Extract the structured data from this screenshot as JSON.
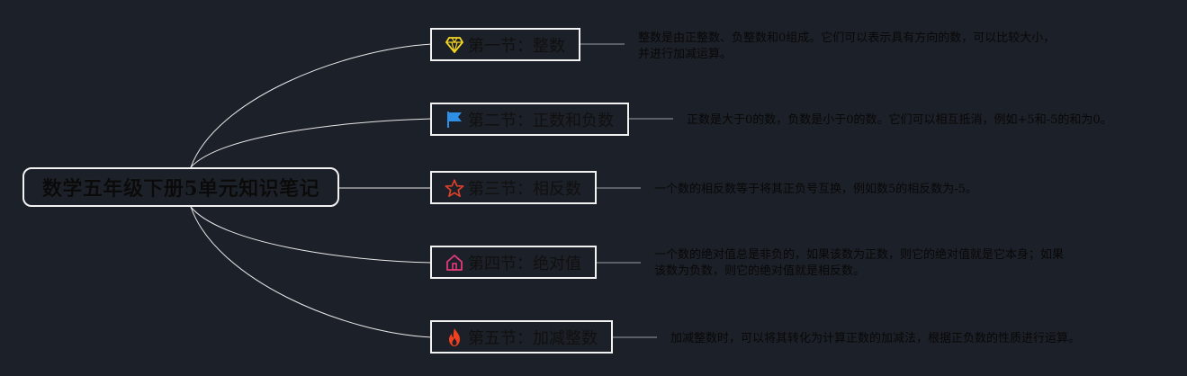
{
  "root": {
    "title": "数学五年级下册5单元知识笔记"
  },
  "sections": [
    {
      "icon": "diamond-icon",
      "icon_color": "#f5d623",
      "label": "第一节：整数",
      "desc_lines": [
        "整数是由正整数、负整数和0组成。它们可以表示具有方向的数，可以比较大小，",
        "并进行加减运算。"
      ]
    },
    {
      "icon": "flag-icon",
      "icon_color": "#2f8fe6",
      "label": "第二节：正数和负数",
      "desc_lines": [
        "正数是大于0的数，负数是小于0的数。它们可以相互抵消，例如+5和-5的和为0。"
      ]
    },
    {
      "icon": "star-icon",
      "icon_color": "#e0402a",
      "label": "第三节：相反数",
      "desc_lines": [
        "一个数的相反数等于将其正负号互换，例如数5的相反数为-5。"
      ]
    },
    {
      "icon": "home-icon",
      "icon_color": "#e23a78",
      "label": "第四节：绝对值",
      "desc_lines": [
        "一个数的绝对值总是非负的，如果该数为正数，则它的绝对值就是它本身；如果",
        "该数为负数，则它的绝对值就是相反数。"
      ]
    },
    {
      "icon": "fire-icon",
      "icon_color": "#f0401e",
      "label": "第五节：加减整数",
      "desc_lines": [
        "加减整数时，可以将其转化为计算正数的加减法，根据正负数的性质进行运算。"
      ]
    }
  ],
  "colors": {
    "background": "#1c2028",
    "line": "#e8e8e8",
    "border": "#f2f2f2"
  }
}
